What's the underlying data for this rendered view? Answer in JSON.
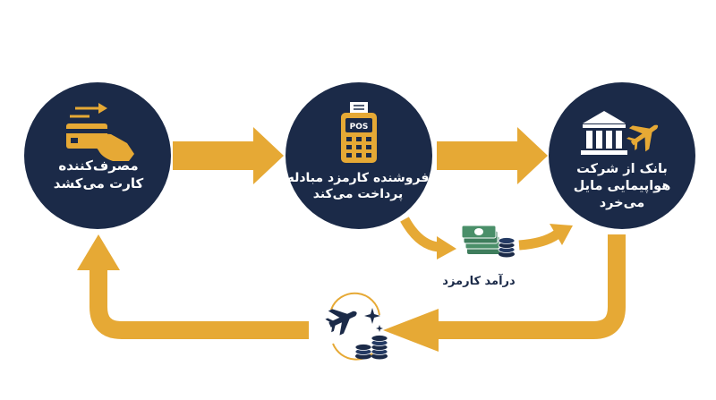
{
  "colors": {
    "navy": "#1b2a48",
    "gold": "#e6a935",
    "green_cash": "#3e7d5c",
    "white": "#ffffff"
  },
  "nodes": {
    "consumer": {
      "icon": "hand-card-icon",
      "lines": [
        "مصرف‌کننده",
        "کارت می‌کشد"
      ]
    },
    "merchant": {
      "icon": "pos-terminal-icon",
      "pos_label": "POS",
      "lines": [
        "فروشنده کارمزد مبادله",
        "پرداخت می‌کند"
      ]
    },
    "bank": {
      "icons": [
        "bank-icon",
        "airplane-icon"
      ],
      "lines": [
        "بانک از شرکت",
        "هواپیمایی مایل",
        "می‌خرد"
      ]
    }
  },
  "fee_income": {
    "icon": "cash-coins-icon",
    "label": "درآمد کارمزد"
  },
  "reward": {
    "icon": "miles-reward-icon"
  }
}
